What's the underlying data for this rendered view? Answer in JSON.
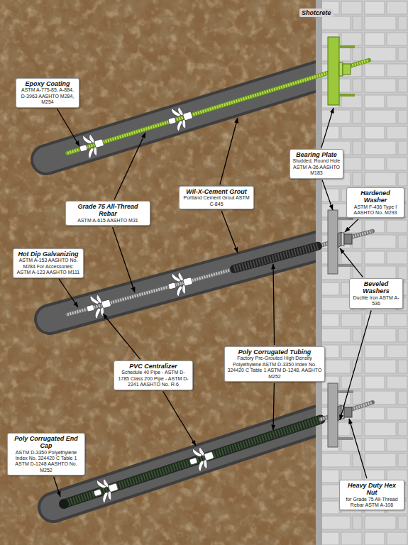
{
  "diagram": {
    "nodes": [
      {
        "text": [
          "Epoxy Coating",
          "ASTM A-775-85, A-884, D-3963 AASHTO M284, M254"
        ]
      },
      {
        "text": [
          "Wil-X-Cement Grout",
          "Portland Cement Grout ASTM C-845"
        ]
      },
      {
        "text": [
          "Bearing Plate",
          "Studded, Round Hole ASTM A-36 AASHTO M183"
        ]
      },
      {
        "text": [
          "Grade 75 All-Thread Rebar",
          "ASTM A-615 AASHTO M31"
        ]
      },
      {
        "text": [
          "Hardened Washer",
          "ASTM F-436 Type I AASHTO No. M293"
        ]
      },
      {
        "text": [
          "Hot Dip Galvanizing",
          "ASTM A-153 AASHTO No. M284 For Accessories: ASTM A-123 AASHTO M111"
        ]
      },
      {
        "text": [
          "Beveled Washers",
          "Ductile Iron ASTM A-536"
        ]
      },
      {
        "text": [
          "PVC Centralizer",
          "Schedule 40 Pipe - ASTM D-1785 Class 200 Pipe - ASTM D-2241 AASHTO No. R-6"
        ]
      },
      {
        "text": [
          "Poly Corrugated Tubing",
          "Factory Pre-Grouted High Density Polyethylene ASTM D-3350 Index No. 324420 C Table 1 ASTM D-1248, AASHTO M252"
        ]
      },
      {
        "text": [
          "Poly Corrugated End Cap",
          "ASTM D-3350 Polyethylene Index No. 324420 C Table 1 ASTM D-1248 AASHTO No. M252"
        ]
      },
      {
        "text": [
          "Heavy Duty Hex Nut",
          "for Grade 75 All-Thread Rebar ASTM A-108"
        ]
      }
    ],
    "labels": [
      "Shotcrete"
    ]
  }
}
